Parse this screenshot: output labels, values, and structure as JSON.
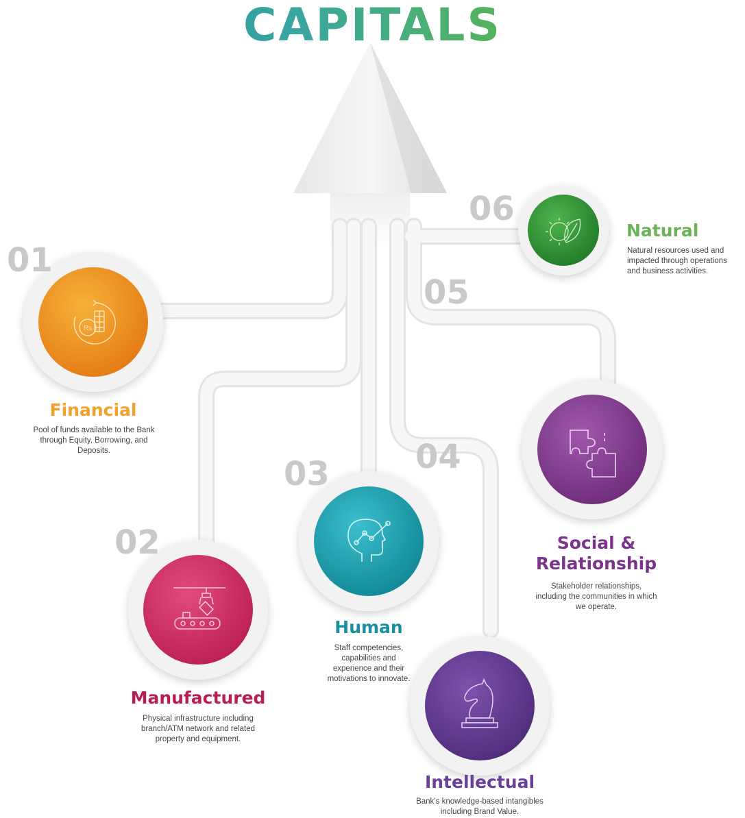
{
  "title": "CAPITALS",
  "capitals": [
    {
      "id": "financial",
      "number": "01",
      "name": "Financial",
      "description": "Pool of funds available to the Bank through Equity, Borrowing, and Deposits.",
      "icon": "coins-rupee-icon",
      "color": "#f2a12a",
      "dark": "#e07612"
    },
    {
      "id": "manufactured",
      "number": "02",
      "name": "Manufactured",
      "description": "Physical infrastructure including branch/ATM network and related property and equipment.",
      "icon": "conveyor-robot-arm-icon",
      "color": "#d9336a",
      "dark": "#b81e52"
    },
    {
      "id": "human",
      "number": "03",
      "name": "Human",
      "description": "Staff competencies, capabilities and experience and their motivations to innovate.",
      "icon": "head-growth-chart-icon",
      "color": "#1aa3b3",
      "dark": "#0f8393"
    },
    {
      "id": "intellectual",
      "number": "04",
      "name": "Intellectual",
      "description": "Bank’s knowledge-based intangibles including Brand Value.",
      "icon": "chess-knight-icon",
      "color": "#6a3f97",
      "dark": "#4f2c7a"
    },
    {
      "id": "social",
      "number": "05",
      "name": "Social & Relationship",
      "description": "Stakeholder relationships, including the communities in which we operate.",
      "icon": "puzzle-pieces-icon",
      "color": "#8d3f98",
      "dark": "#6e2c7a"
    },
    {
      "id": "natural",
      "number": "06",
      "name": "Natural",
      "description": "Natural resources used and impacted through operations and business activities.",
      "icon": "gear-leaf-icon",
      "color": "#3a9a3f",
      "dark": "#24782a"
    }
  ],
  "colors": {
    "title_start": "#1f8fa6",
    "title_end": "#7ec242",
    "path": "#f1f1f1",
    "number": "#c9c9c9"
  }
}
